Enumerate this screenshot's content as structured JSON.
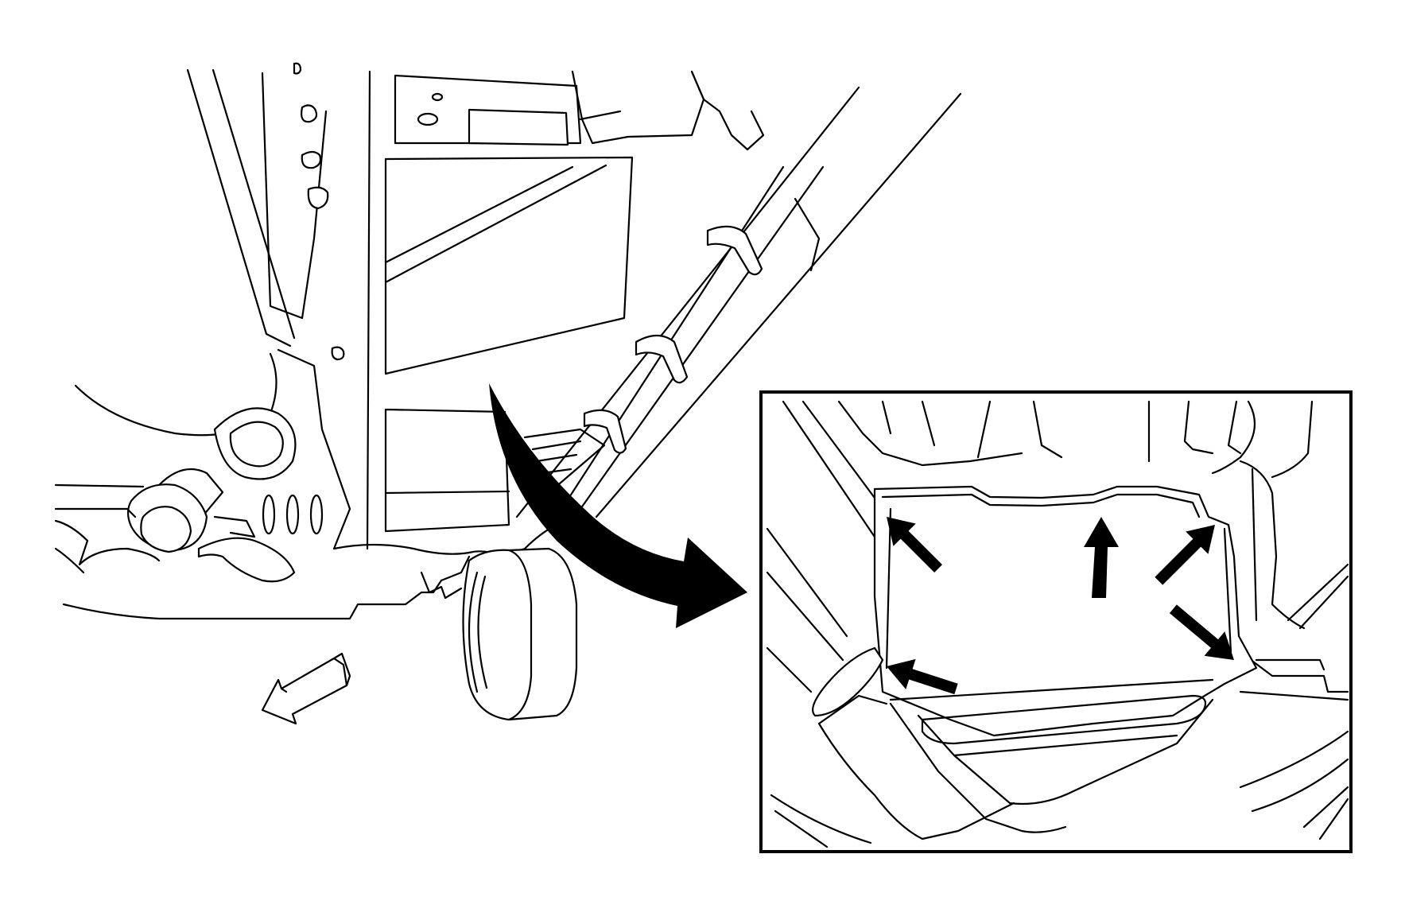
{
  "diagram": {
    "palette": {
      "line": "#000000",
      "fill": "#ffffff"
    },
    "callout": {
      "arrow_icon": "curved-callout-arrow-icon",
      "frame": "detail-inset-frame"
    },
    "detail_arrows": [
      {
        "name": "detail-arrow-top-left-icon",
        "direction": "up-left"
      },
      {
        "name": "detail-arrow-top-center-icon",
        "direction": "up"
      },
      {
        "name": "detail-arrow-top-right-icon",
        "direction": "up-right"
      },
      {
        "name": "detail-arrow-bottom-left-icon",
        "direction": "left"
      },
      {
        "name": "detail-arrow-bottom-right-icon",
        "direction": "down-right"
      }
    ],
    "direction_indicator": {
      "name": "front-direction-arrow-icon",
      "direction": "down-left"
    }
  }
}
